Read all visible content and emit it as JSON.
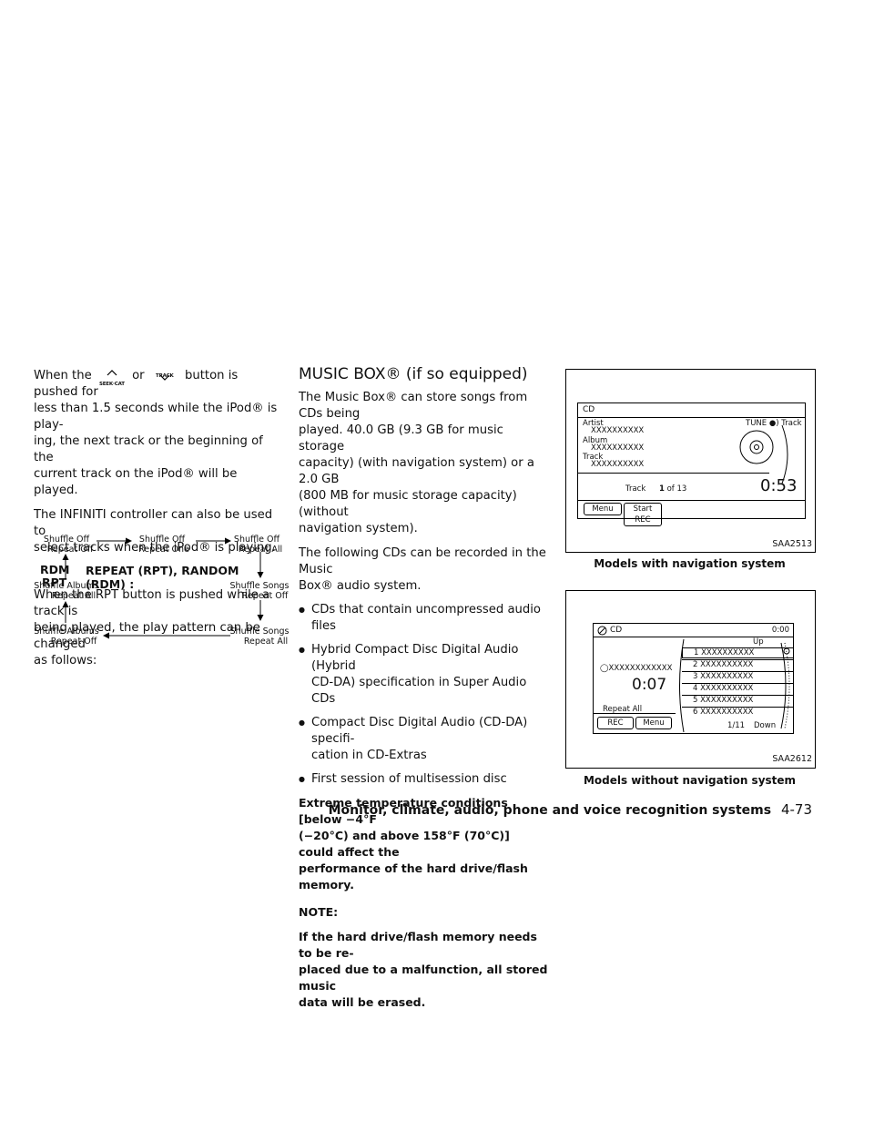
{
  "col1": {
    "para1_before": "When the",
    "seek_cat_label": "SEEK·CAT",
    "or": "or",
    "track_label": "TRACK",
    "para1_after_btn": "button is pushed for",
    "para1_lines": [
      "less than 1.5 seconds while the iPod® is play-",
      "ing, the next track or the beginning of the",
      "current track on the iPod® will be played."
    ],
    "para2_lines": [
      "The INFINITI controller can also be used to",
      "select tracks when the iPod® is playing."
    ],
    "rdm_icon": "RDM",
    "rpt_icon": "RPT",
    "subhead": "REPEAT (RPT), RANDOM (RDM) :",
    "para3_lines": [
      "When the RPT button is pushed while a track is",
      "being played, the play pattern can be changed",
      "as follows:"
    ],
    "flow": {
      "n1": [
        "Shuffle Off",
        "Repeat Off"
      ],
      "n2": [
        "Shuffle Off",
        "Repeat One"
      ],
      "n3": [
        "Shuffle Off",
        "Repeat All"
      ],
      "n4": [
        "Shuffle Albums",
        "Repeat All"
      ],
      "n5": [
        "Shuffle Songs",
        "Repeat Off"
      ],
      "n6": [
        "Shuffle Albums",
        "Repeat Off"
      ],
      "n7": [
        "Shuffle Songs",
        "Repeat All"
      ]
    }
  },
  "col2": {
    "heading": "MUSIC BOX® (if so equipped)",
    "para1_lines": [
      "The Music Box® can store songs from CDs being",
      "played. 40.0 GB (9.3 GB for music storage",
      "capacity) (with navigation system) or a 2.0 GB",
      "(800 MB for music storage capacity) (without",
      "navigation system)."
    ],
    "para2_lines": [
      "The following CDs can be recorded in the Music",
      "Box® audio system."
    ],
    "bullets": [
      [
        "CDs that contain uncompressed audio files"
      ],
      [
        "Hybrid Compact Disc Digital Audio (Hybrid",
        "CD-DA) specification in Super Audio CDs"
      ],
      [
        "Compact Disc Digital Audio (CD-DA) specifi-",
        "cation in CD-Extras"
      ],
      [
        "First session of multisession disc"
      ]
    ],
    "warning_lines": [
      "Extreme temperature conditions [below −4°F",
      "(−20°C) and above 158°F (70°C)] could affect the",
      "performance of the hard drive/flash memory."
    ],
    "note_label": "NOTE:",
    "note_lines": [
      "If the hard drive/flash memory needs to be re-",
      "placed due to a malfunction, all stored music",
      "data will be erased."
    ]
  },
  "fig1": {
    "title": "CD",
    "artist_label": "Artist",
    "artist_value": "XXXXXXXXXX",
    "album_label": "Album",
    "album_value": "XXXXXXXXXX",
    "track_label": "Track",
    "track_value": "XXXXXXXXXX",
    "tune_label": "TUNE",
    "tune_track": "Track",
    "track_word": "Track",
    "track_num": "1",
    "track_of": "of 13",
    "time": "0:53",
    "menu_btn": "Menu",
    "rec_btn": "Start REC",
    "code": "SAA2513",
    "caption": "Models with navigation system"
  },
  "fig2": {
    "title": "CD",
    "time_top": "0:00",
    "up_label": "Up",
    "items": [
      "1 XXXXXXXXXX",
      "2 XXXXXXXXXX",
      "3 XXXXXXXXXX",
      "4 XXXXXXXXXX",
      "5 XXXXXXXXXX",
      "6 XXXXXXXXXX"
    ],
    "left_title": "XXXXXXXXXXXX",
    "time": "0:07",
    "repeat": "Repeat All",
    "rec_btn": "REC",
    "menu_btn": "Menu",
    "page": "1/11",
    "down": "Down",
    "code": "SAA2612",
    "caption": "Models without navigation system"
  },
  "footer": {
    "text": "Monitor, climate, audio, phone and voice recognition systems",
    "page": "4-73"
  }
}
